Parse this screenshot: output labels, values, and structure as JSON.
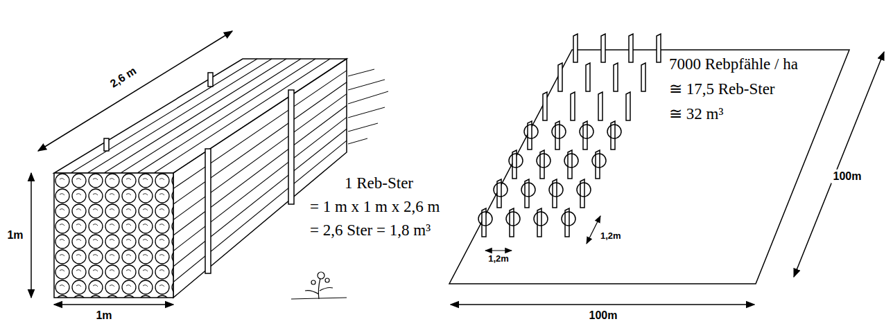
{
  "diagram": {
    "labels": [
      "2,6 m",
      "1m",
      "1m",
      "1 Reb-Ster",
      "= 1 m x 1 m x 2,6 m",
      "= 2,6 Ster = 1,8 m³",
      "7000 Rebpfähle / ha",
      "≅ 17,5 Reb-Ster",
      "≅ 32 m³",
      "100m",
      "100m",
      "1,2m",
      "1,2m"
    ]
  }
}
